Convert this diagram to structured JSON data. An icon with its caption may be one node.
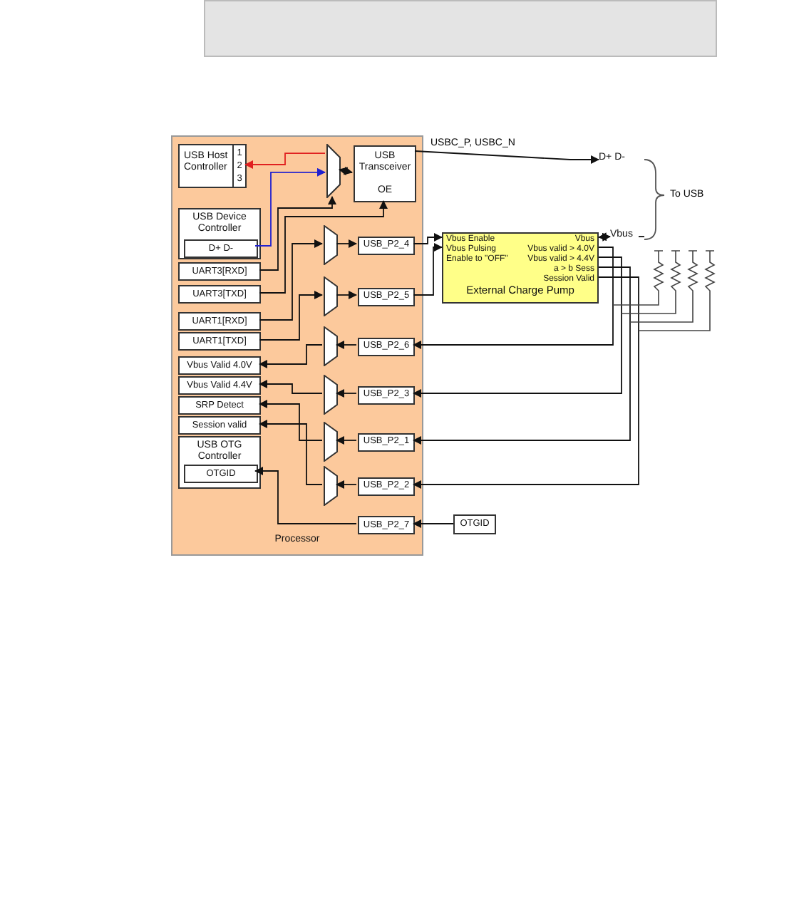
{
  "diagram": {
    "nodes": [
      {
        "text": [
          "Processor"
        ]
      },
      {
        "text": [
          "USB Host Controller"
        ],
        "in": 0
      },
      {
        "text": [
          "USB Transceiver",
          "OE"
        ],
        "in": 0
      },
      {
        "text": [
          "USB Device Controller"
        ],
        "in": 0
      },
      {
        "text": [
          "D+ D-"
        ],
        "in": 3
      },
      {
        "text": [
          "UART3[RXD]"
        ],
        "in": 0
      },
      {
        "text": [
          "UART3[TXD]"
        ],
        "in": 0
      },
      {
        "text": [
          "UART1[RXD]"
        ],
        "in": 0
      },
      {
        "text": [
          "UART1[TXD]"
        ],
        "in": 0
      },
      {
        "text": [
          "Vbus Valid 4.0V"
        ],
        "in": 0
      },
      {
        "text": [
          "Vbus Valid 4.4V"
        ],
        "in": 0
      },
      {
        "text": [
          "SRP Detect"
        ],
        "in": 0
      },
      {
        "text": [
          "Session valid"
        ],
        "in": 0
      },
      {
        "text": [
          "USB OTG Controller"
        ],
        "in": 0
      },
      {
        "text": [
          "OTGID"
        ],
        "in": 13
      },
      {
        "text": [],
        "shape": "trapezoid",
        "in": 0
      },
      {
        "text": [],
        "shape": "trapezoid",
        "in": 0
      },
      {
        "text": [],
        "shape": "trapezoid",
        "in": 0
      },
      {
        "text": [],
        "shape": "trapezoid",
        "in": 0
      },
      {
        "text": [],
        "shape": "trapezoid",
        "in": 0
      },
      {
        "text": [],
        "shape": "trapezoid",
        "in": 0
      },
      {
        "text": [],
        "shape": "trapezoid",
        "in": 0
      },
      {
        "text": [
          "USB_P2_4"
        ],
        "in": 0
      },
      {
        "text": [
          "USB_P2_5"
        ],
        "in": 0
      },
      {
        "text": [
          "USB_P2_6"
        ],
        "in": 0
      },
      {
        "text": [
          "USB_P2_3"
        ],
        "in": 0
      },
      {
        "text": [
          "USB_P2_1"
        ],
        "in": 0
      },
      {
        "text": [
          "USB_P2_2"
        ],
        "in": 0
      },
      {
        "text": [
          "USB_P2_7"
        ],
        "in": 0
      },
      {
        "text": [
          "Vbus Enable",
          "Vbus Pulsing",
          "Enable to \"OFF\"",
          "Vbus",
          "Vbus valid > 4.0V",
          "Vbus valid > 4.4V",
          "a > b Sess",
          "Session Valid",
          "External Charge Pump"
        ]
      },
      {
        "text": [
          "OTGID"
        ]
      },
      {
        "text": [
          "D+ D-"
        ]
      },
      {
        "text": [
          "Vbus"
        ]
      }
    ],
    "edges": [
      {
        "from": 15,
        "to": 1,
        "arrow": "to",
        "color": "#e02020"
      },
      {
        "from": 4,
        "to": 15,
        "arrow": "to",
        "color": "#2020d0"
      },
      {
        "from": 15,
        "to": 2,
        "arrow": "both"
      },
      {
        "from": 5,
        "to": 15,
        "arrow": "to"
      },
      {
        "from": 6,
        "to": 2,
        "arrow": "to"
      },
      {
        "from": 2,
        "to": 31,
        "arrow": "to",
        "label": "USBC_P, USBC_N"
      },
      {
        "from": 7,
        "to": 16,
        "arrow": "to"
      },
      {
        "from": 16,
        "to": 22,
        "arrow": "to"
      },
      {
        "from": 22,
        "to": 29,
        "arrow": "to"
      },
      {
        "from": 8,
        "to": 17,
        "arrow": "to"
      },
      {
        "from": 17,
        "to": 23,
        "arrow": "to"
      },
      {
        "from": 23,
        "to": 29,
        "arrow": "to"
      },
      {
        "from": 29,
        "to": 24,
        "arrow": "to"
      },
      {
        "from": 24,
        "to": 18,
        "arrow": "to"
      },
      {
        "from": 18,
        "to": 9,
        "arrow": "to"
      },
      {
        "from": 29,
        "to": 25,
        "arrow": "to"
      },
      {
        "from": 25,
        "to": 19,
        "arrow": "to"
      },
      {
        "from": 19,
        "to": 10,
        "arrow": "to"
      },
      {
        "from": 29,
        "to": 26,
        "arrow": "to"
      },
      {
        "from": 26,
        "to": 20,
        "arrow": "to"
      },
      {
        "from": 20,
        "to": 11,
        "arrow": "to"
      },
      {
        "from": 29,
        "to": 27,
        "arrow": "to"
      },
      {
        "from": 27,
        "to": 21,
        "arrow": "to"
      },
      {
        "from": 21,
        "to": 12,
        "arrow": "to"
      },
      {
        "from": 30,
        "to": 28,
        "arrow": "to"
      },
      {
        "from": 28,
        "to": 14,
        "arrow": "to"
      },
      {
        "from": 29,
        "to": 32,
        "arrow": "both"
      }
    ],
    "labels": [
      "1",
      "2",
      "3",
      "To USB"
    ]
  }
}
